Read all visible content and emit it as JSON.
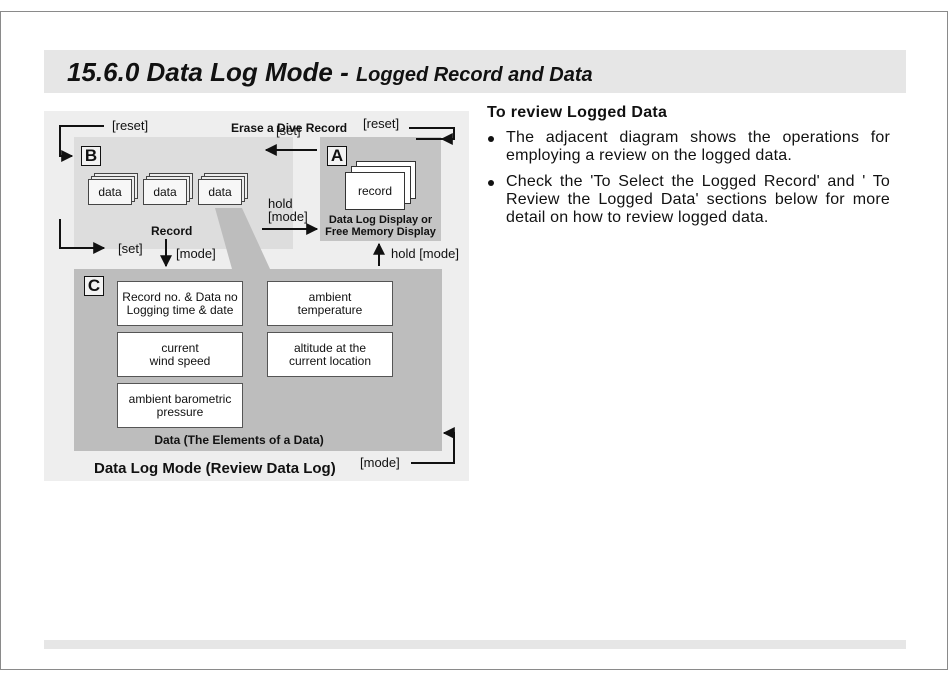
{
  "header": {
    "title": "15.6.0 Data Log Mode - ",
    "subtitle": "Logged Record and Data"
  },
  "diagram": {
    "labels": {
      "reset_left": "[reset]",
      "reset_right": "[reset]",
      "erase": "Erase a Dive Record",
      "set_top": "[set]",
      "set_left": "[set]",
      "hold": "hold",
      "mode_mid": "[mode]",
      "mode_down": "[mode]",
      "hold_mode": "hold [mode]",
      "mode_bottom": "[mode]"
    },
    "box_a": {
      "tag": "A",
      "record": "record",
      "caption_line1": "Data Log Display or",
      "caption_line2": "Free Memory Display"
    },
    "box_b": {
      "tag": "B",
      "items": [
        "data",
        "data",
        "data"
      ],
      "caption": "Record"
    },
    "box_c": {
      "tag": "C",
      "cells": [
        {
          "line1": "Record no. & Data no",
          "line2": "Logging time & date"
        },
        {
          "line1": "ambient",
          "line2": "temperature"
        },
        {
          "line1": "current",
          "line2": "wind speed"
        },
        {
          "line1": "altitude at the",
          "line2": "current location"
        },
        {
          "line1": "ambient barometric",
          "line2": "pressure"
        }
      ],
      "caption": "Data (The Elements of a Data)"
    },
    "caption": "Data Log Mode (Review Data Log)"
  },
  "instructions": {
    "heading": "To review Logged Data",
    "bullets": [
      "The adjacent diagram shows the operations for employing a review on the logged data.",
      "Check the 'To Select the Logged Record' and ' To Review the Logged Data' sections below for more detail on how to review logged data."
    ]
  }
}
